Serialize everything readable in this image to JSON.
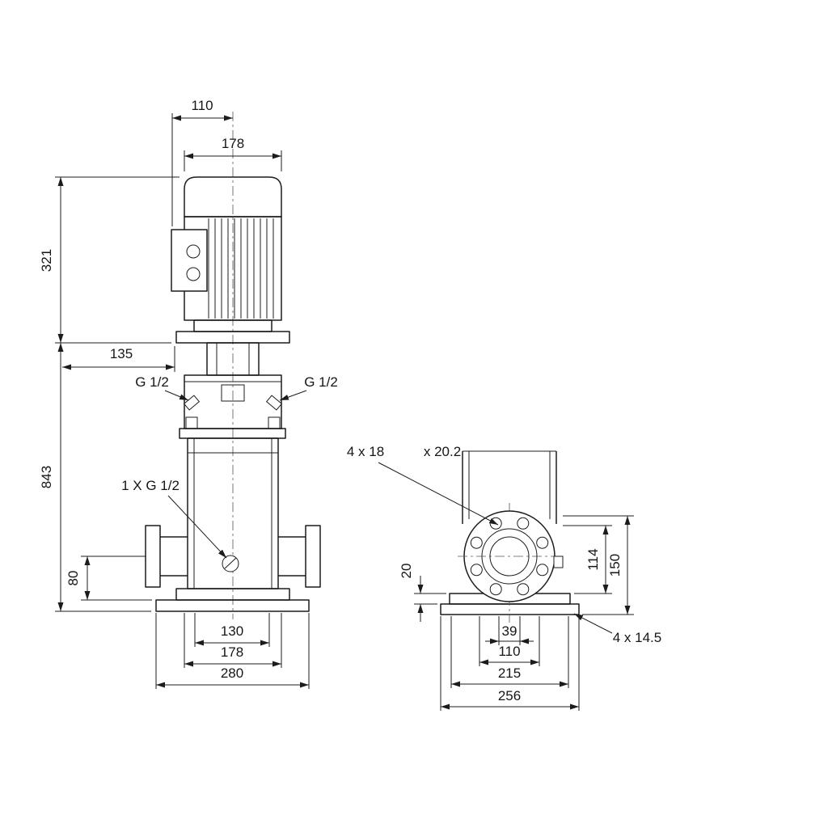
{
  "drawing_type": "pump-dimensional-drawing",
  "line_color": "#1c1c1c",
  "background_color": "#ffffff",
  "front_view": {
    "dim_terminal_box_to_center": "110",
    "dim_motor_width": "178",
    "dim_motor_height": "321",
    "dim_135": "135",
    "dim_total_height": "843",
    "port_plug_left": "G 1/2",
    "port_plug_right": "G 1/2",
    "drain_plug": "1 X G 1/2",
    "dim_port_height": "80",
    "dim_130": "130",
    "dim_178": "178",
    "dim_280": "280"
  },
  "side_view": {
    "flange_holes": "4 x 18",
    "flange_counterbore": "x 20.2",
    "dim_base_plate_thickness": "20",
    "dim_114": "114",
    "dim_150": "150",
    "dim_39": "39",
    "dim_110": "110",
    "dim_215": "215",
    "dim_256": "256",
    "base_holes": "4 x 14.5"
  }
}
